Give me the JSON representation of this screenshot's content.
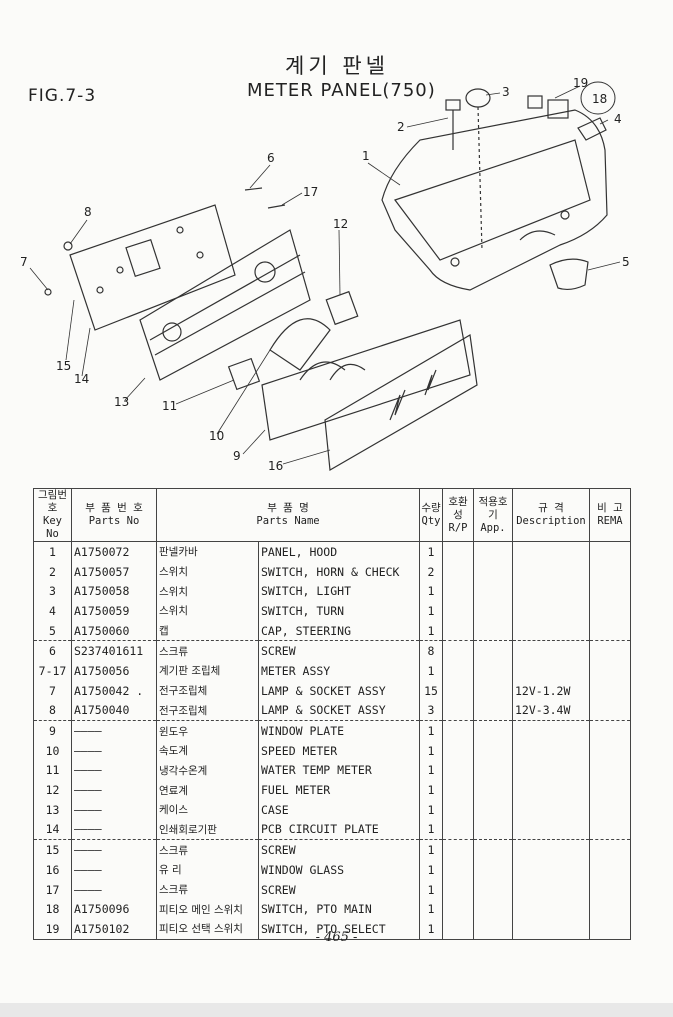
{
  "header": {
    "fig_no": "FIG.7-3",
    "title_ko": "계기 판넬",
    "title_en": "METER PANEL(750)"
  },
  "callouts": [
    "1",
    "2",
    "3",
    "4",
    "5",
    "6",
    "7",
    "8",
    "10",
    "11",
    "12",
    "13",
    "14",
    "15",
    "16",
    "17",
    "18",
    "19"
  ],
  "columns": {
    "key_no_ko": "그림번호",
    "key_no_en": "Key No",
    "parts_no_ko": "부 품 번 호",
    "parts_no_en": "Parts No",
    "name_ko": "부 품 명",
    "name_en": "Parts Name",
    "qty_ko": "수량",
    "qty_en": "Qty",
    "rp_ko": "호환성",
    "rp_en": "R/P",
    "app_ko": "적용호기",
    "app_en": "App.",
    "desc_ko": "규 격",
    "desc_en": "Description",
    "rema_ko": "비 고",
    "rema_en": "REMA"
  },
  "rows": [
    {
      "key": "1",
      "part": "A1750072",
      "ko": "판넬카바",
      "en": "PANEL, HOOD",
      "qty": "1",
      "desc": ""
    },
    {
      "key": "2",
      "part": "A1750057",
      "ko": "스위치",
      "en": "SWITCH, HORN & CHECK",
      "qty": "2",
      "desc": ""
    },
    {
      "key": "3",
      "part": "A1750058",
      "ko": "스위치",
      "en": "SWITCH, LIGHT",
      "qty": "1",
      "desc": ""
    },
    {
      "key": "4",
      "part": "A1750059",
      "ko": "스위치",
      "en": "SWITCH, TURN",
      "qty": "1",
      "desc": ""
    },
    {
      "key": "5",
      "part": "A1750060",
      "ko": "캡",
      "en": "CAP, STEERING",
      "qty": "1",
      "desc": ""
    },
    {
      "key": "6",
      "part": "S237401611",
      "ko": "스크류",
      "en": "SCREW",
      "qty": "8",
      "desc": ""
    },
    {
      "key": "7-17",
      "part": "A1750056",
      "ko": "계기판 조립체",
      "en": "METER ASSY",
      "qty": "1",
      "desc": ""
    },
    {
      "key": "7",
      "part": "A1750042 .",
      "ko": "전구조립체",
      "en": "LAMP & SOCKET ASSY",
      "qty": "15",
      "desc": "12V-1.2W"
    },
    {
      "key": "8",
      "part": "A1750040",
      "ko": "전구조립체",
      "en": "LAMP & SOCKET ASSY",
      "qty": "3",
      "desc": "12V-3.4W"
    },
    {
      "key": "9",
      "part": "————",
      "ko": "윈도우",
      "en": "WINDOW PLATE",
      "qty": "1",
      "desc": ""
    },
    {
      "key": "10",
      "part": "————",
      "ko": "속도계",
      "en": "SPEED METER",
      "qty": "1",
      "desc": ""
    },
    {
      "key": "11",
      "part": "————",
      "ko": "냉각수온계",
      "en": "WATER TEMP METER",
      "qty": "1",
      "desc": ""
    },
    {
      "key": "12",
      "part": "————",
      "ko": "연료계",
      "en": "FUEL METER",
      "qty": "1",
      "desc": ""
    },
    {
      "key": "13",
      "part": "————",
      "ko": "케이스",
      "en": "CASE",
      "qty": "1",
      "desc": ""
    },
    {
      "key": "14",
      "part": "————",
      "ko": "인쇄회로기판",
      "en": "PCB CIRCUIT PLATE",
      "qty": "1",
      "desc": ""
    },
    {
      "key": "15",
      "part": "————",
      "ko": "스크류",
      "en": "SCREW",
      "qty": "1",
      "desc": ""
    },
    {
      "key": "16",
      "part": "————",
      "ko": "유 리",
      "en": "WINDOW GLASS",
      "qty": "1",
      "desc": ""
    },
    {
      "key": "17",
      "part": "————",
      "ko": "스크류",
      "en": "SCREW",
      "qty": "1",
      "desc": ""
    },
    {
      "key": "18",
      "part": "A1750096",
      "ko": "피티오 메인 스위치",
      "en": "SWITCH, PTO MAIN",
      "qty": "1",
      "desc": ""
    },
    {
      "key": "19",
      "part": "A1750102",
      "ko": "피티오 선택 스위치",
      "en": "SWITCH, PTO SELECT",
      "qty": "1",
      "desc": ""
    }
  ],
  "page_number": "- 465 -"
}
